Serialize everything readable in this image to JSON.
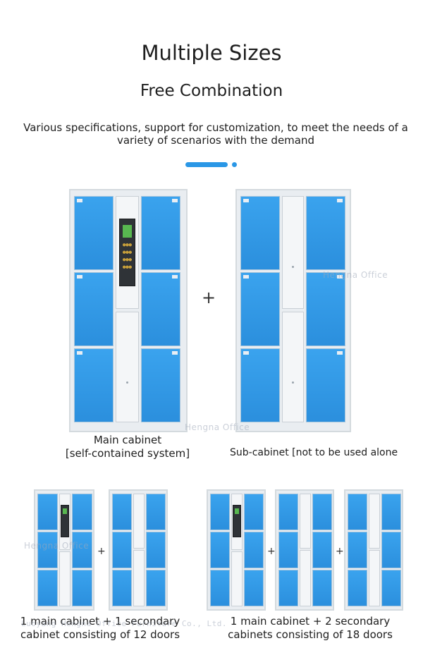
{
  "header": {
    "title": "Multiple Sizes",
    "subtitle": "Free Combination",
    "description": "Various specifications, support for customization, to meet the needs of a variety of scenarios with the demand"
  },
  "carousel": {
    "active_index": 0,
    "total": 2,
    "accent_color": "#2a97e6"
  },
  "top_section": {
    "plus": "+",
    "main_caption_line1": "Main cabinet",
    "main_caption_line2": "[self-contained system]",
    "sub_caption": "Sub-cabinet [not to be used alone"
  },
  "bottom_section": {
    "plus": "+",
    "combo_12_line1": "1 main cabinet + 1 secondary",
    "combo_12_line2": "cabinet consisting of 12 doors",
    "combo_18_line1": "1 main cabinet + 2 secondary",
    "combo_18_line2": "cabinets consisting of 18 doors"
  },
  "watermarks": {
    "brand": "Hengna Office",
    "company": "Luoyang Hengna Office Furniture Co., Ltd."
  },
  "colors": {
    "door_blue": "#2b8fdd",
    "frame_gray": "#e9edf1"
  }
}
